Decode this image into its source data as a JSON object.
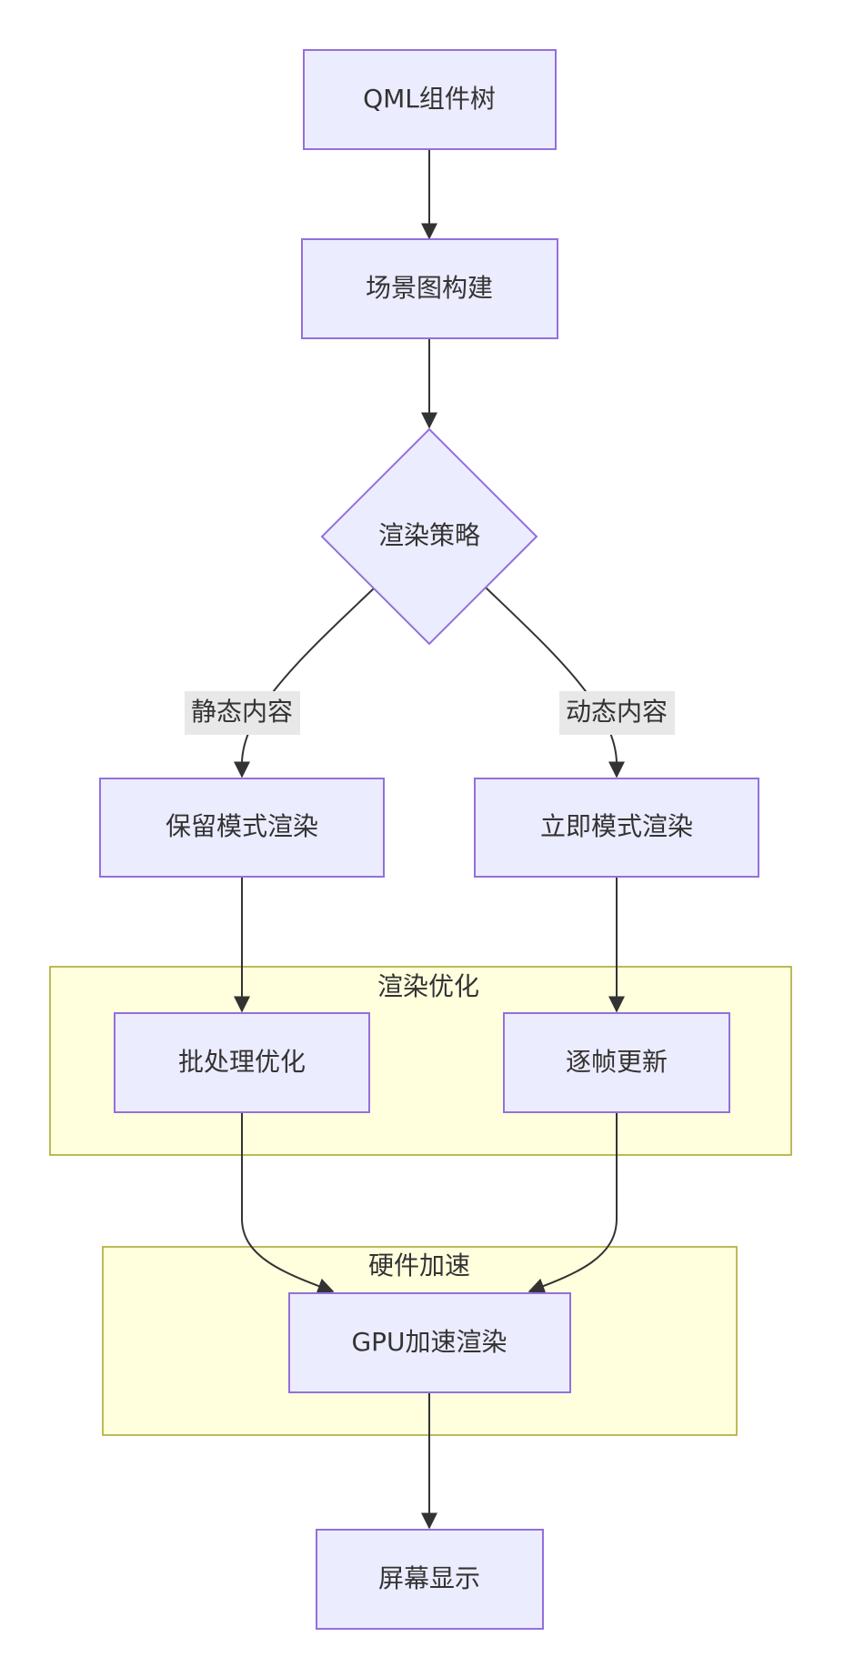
{
  "nodes": {
    "qml": "QML组件树",
    "scene": "场景图构建",
    "strategy": "渲染策略",
    "retained": "保留模式渲染",
    "immediate": "立即模式渲染",
    "batch": "批处理优化",
    "frame": "逐帧更新",
    "gpu": "GPU加速渲染",
    "display": "屏幕显示"
  },
  "edge_labels": {
    "static": "静态内容",
    "dynamic": "动态内容"
  },
  "clusters": {
    "render_opt": "渲染优化",
    "hardware": "硬件加速"
  },
  "colors": {
    "node_fill": "#ECECFF",
    "node_stroke": "#9370DB",
    "cluster_fill": "#FFFFDE",
    "cluster_stroke": "#AAAA33",
    "edge": "#333333",
    "text": "#333333"
  }
}
